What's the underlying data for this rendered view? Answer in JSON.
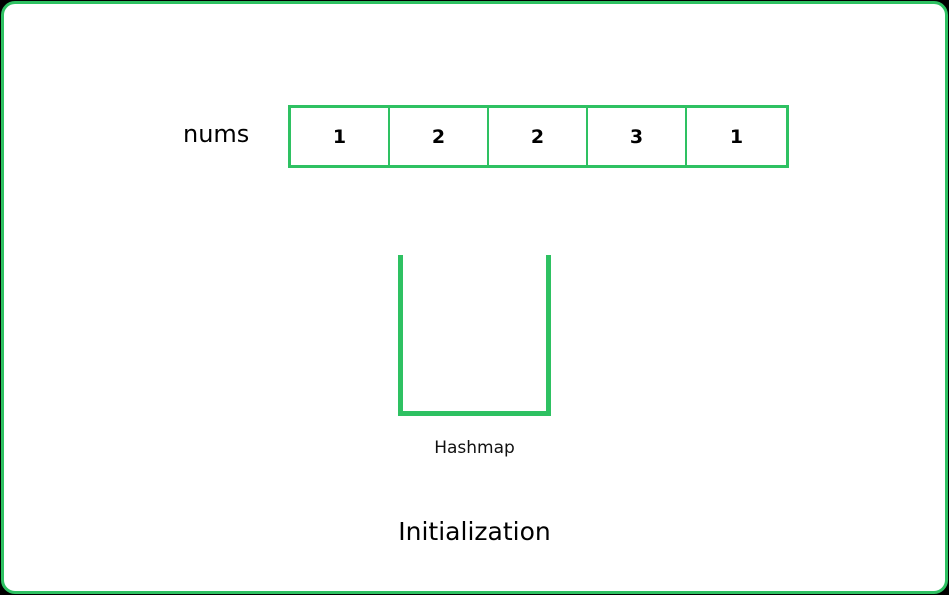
{
  "array": {
    "label": "nums",
    "cells": [
      "1",
      "2",
      "2",
      "3",
      "1"
    ]
  },
  "hashmap": {
    "label": "Hashmap"
  },
  "caption": "Initialization",
  "colors": {
    "accent": "#2ec162",
    "background": "#ffffff",
    "outer": "#000000"
  }
}
